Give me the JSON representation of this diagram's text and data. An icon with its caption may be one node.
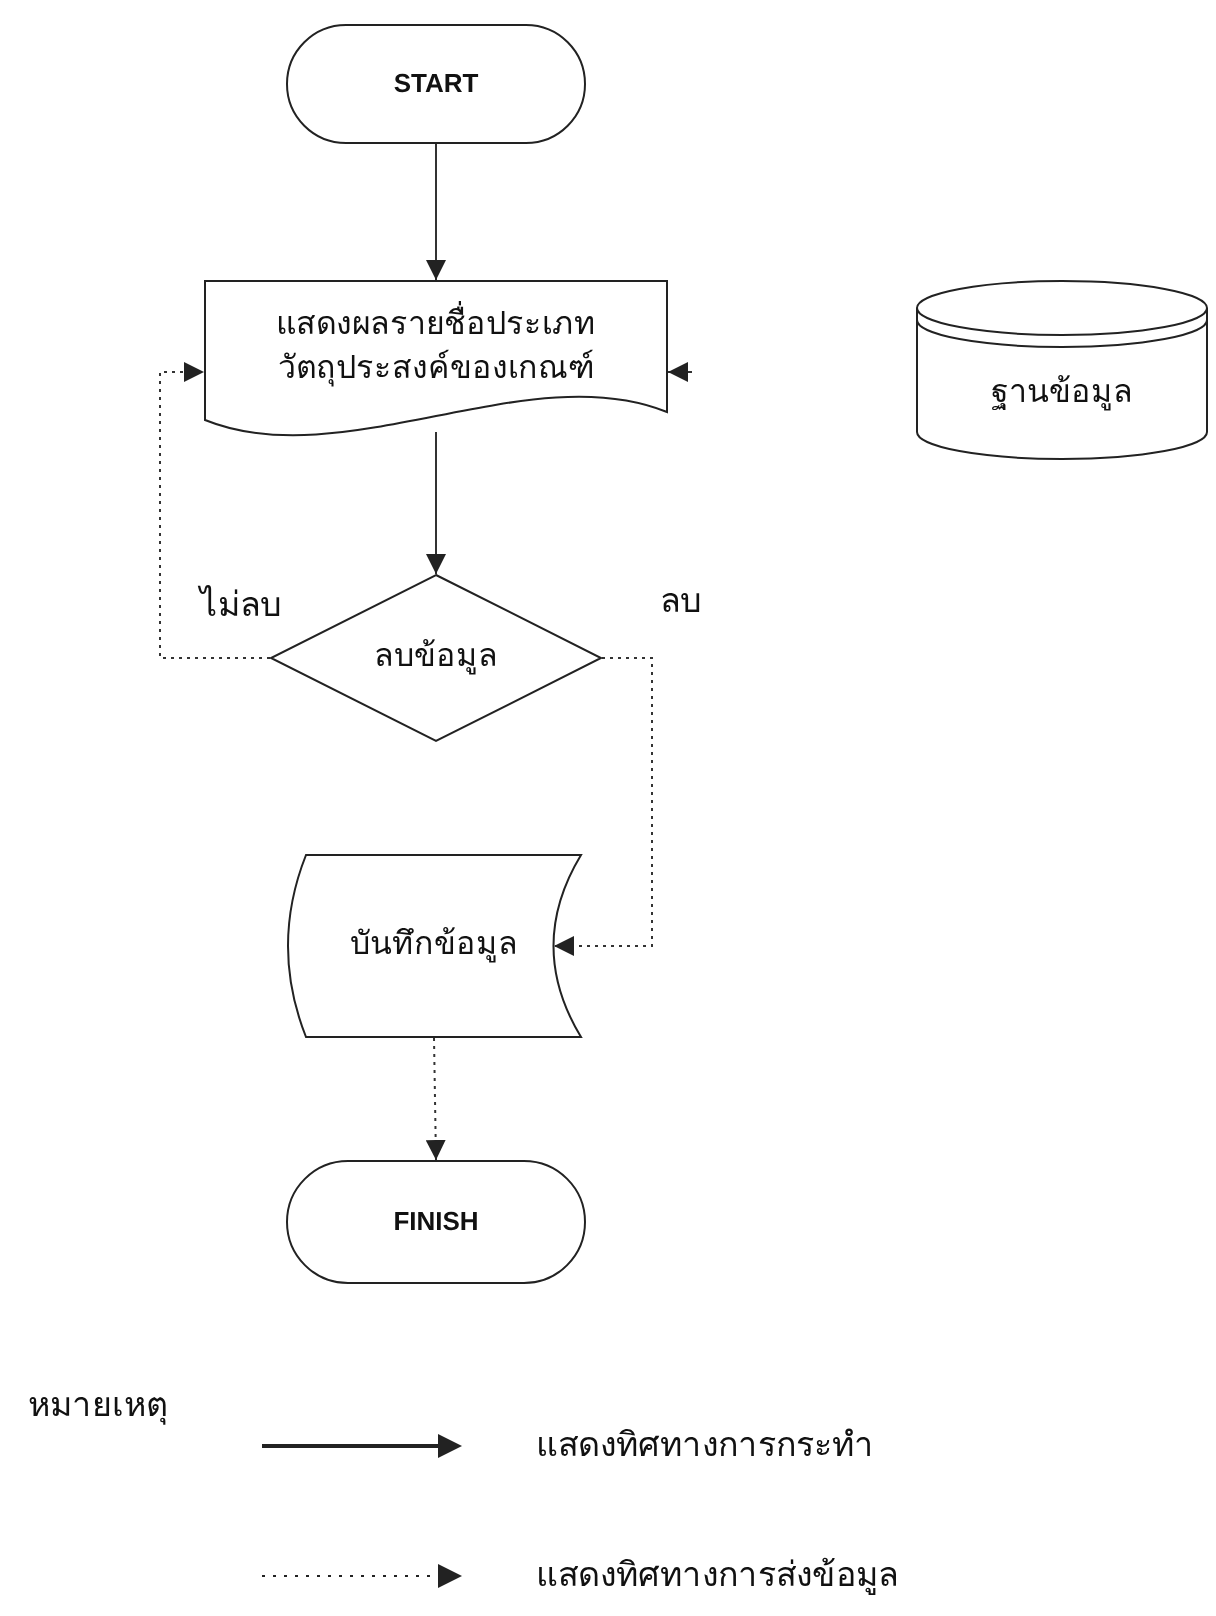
{
  "diagram": {
    "nodes": [
      {
        "text": [
          "START"
        ]
      },
      {
        "text": [
          "แสดงผลรายชื่อประเภทวัตถุประสงค์ของเกณฑ์"
        ]
      },
      {
        "text": [
          "ฐานข้อมูล"
        ]
      },
      {
        "text": [
          "ลบข้อมูล"
        ]
      },
      {
        "text": [
          "บันทึกข้อมูล"
        ]
      },
      {
        "text": [
          "FINISH"
        ]
      }
    ],
    "edges": [
      {
        "from": 0,
        "to": 1,
        "arrow": "to"
      },
      {
        "from": 1,
        "to": 3,
        "arrow": "to"
      },
      {
        "from": 3,
        "to": 1,
        "arrow": "to",
        "label": "ไม่ลบ",
        "style": "dashed"
      },
      {
        "from": 3,
        "to": 4,
        "arrow": "to",
        "label": "ลบ",
        "style": "dashed"
      },
      {
        "from": 4,
        "to": 5,
        "arrow": "to",
        "style": "dashed"
      },
      {
        "from": null,
        "to": 1,
        "arrow": "to"
      }
    ],
    "labels": [
      "หมายเหตุ"
    ],
    "legend": [
      {
        "text": "แสดงทิศทางการกระทำ"
      },
      {
        "text": "แสดงทิศทางการส่งข้อมูล"
      }
    ]
  }
}
